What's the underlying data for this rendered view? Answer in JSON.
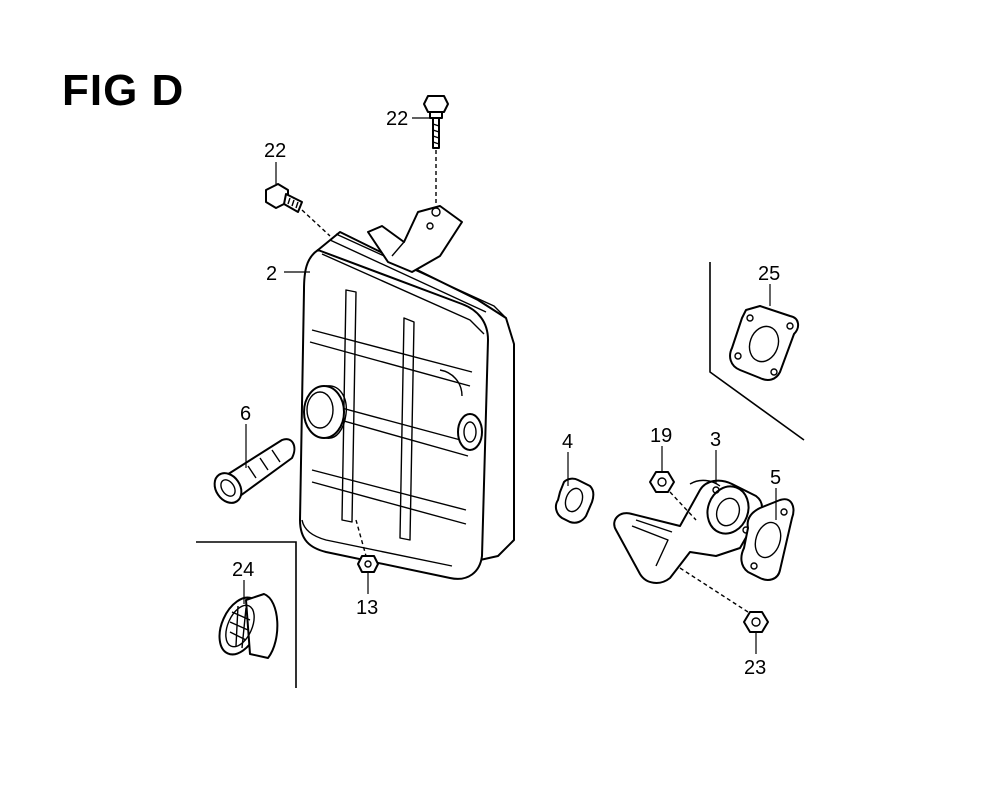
{
  "figure": {
    "title": "FIG D"
  },
  "callouts": {
    "c22a": "22",
    "c22b": "22",
    "c2": "2",
    "c25": "25",
    "c6": "6",
    "c4": "4",
    "c19": "19",
    "c3": "3",
    "c5": "5",
    "c24": "24",
    "c13": "13",
    "c23": "23"
  }
}
